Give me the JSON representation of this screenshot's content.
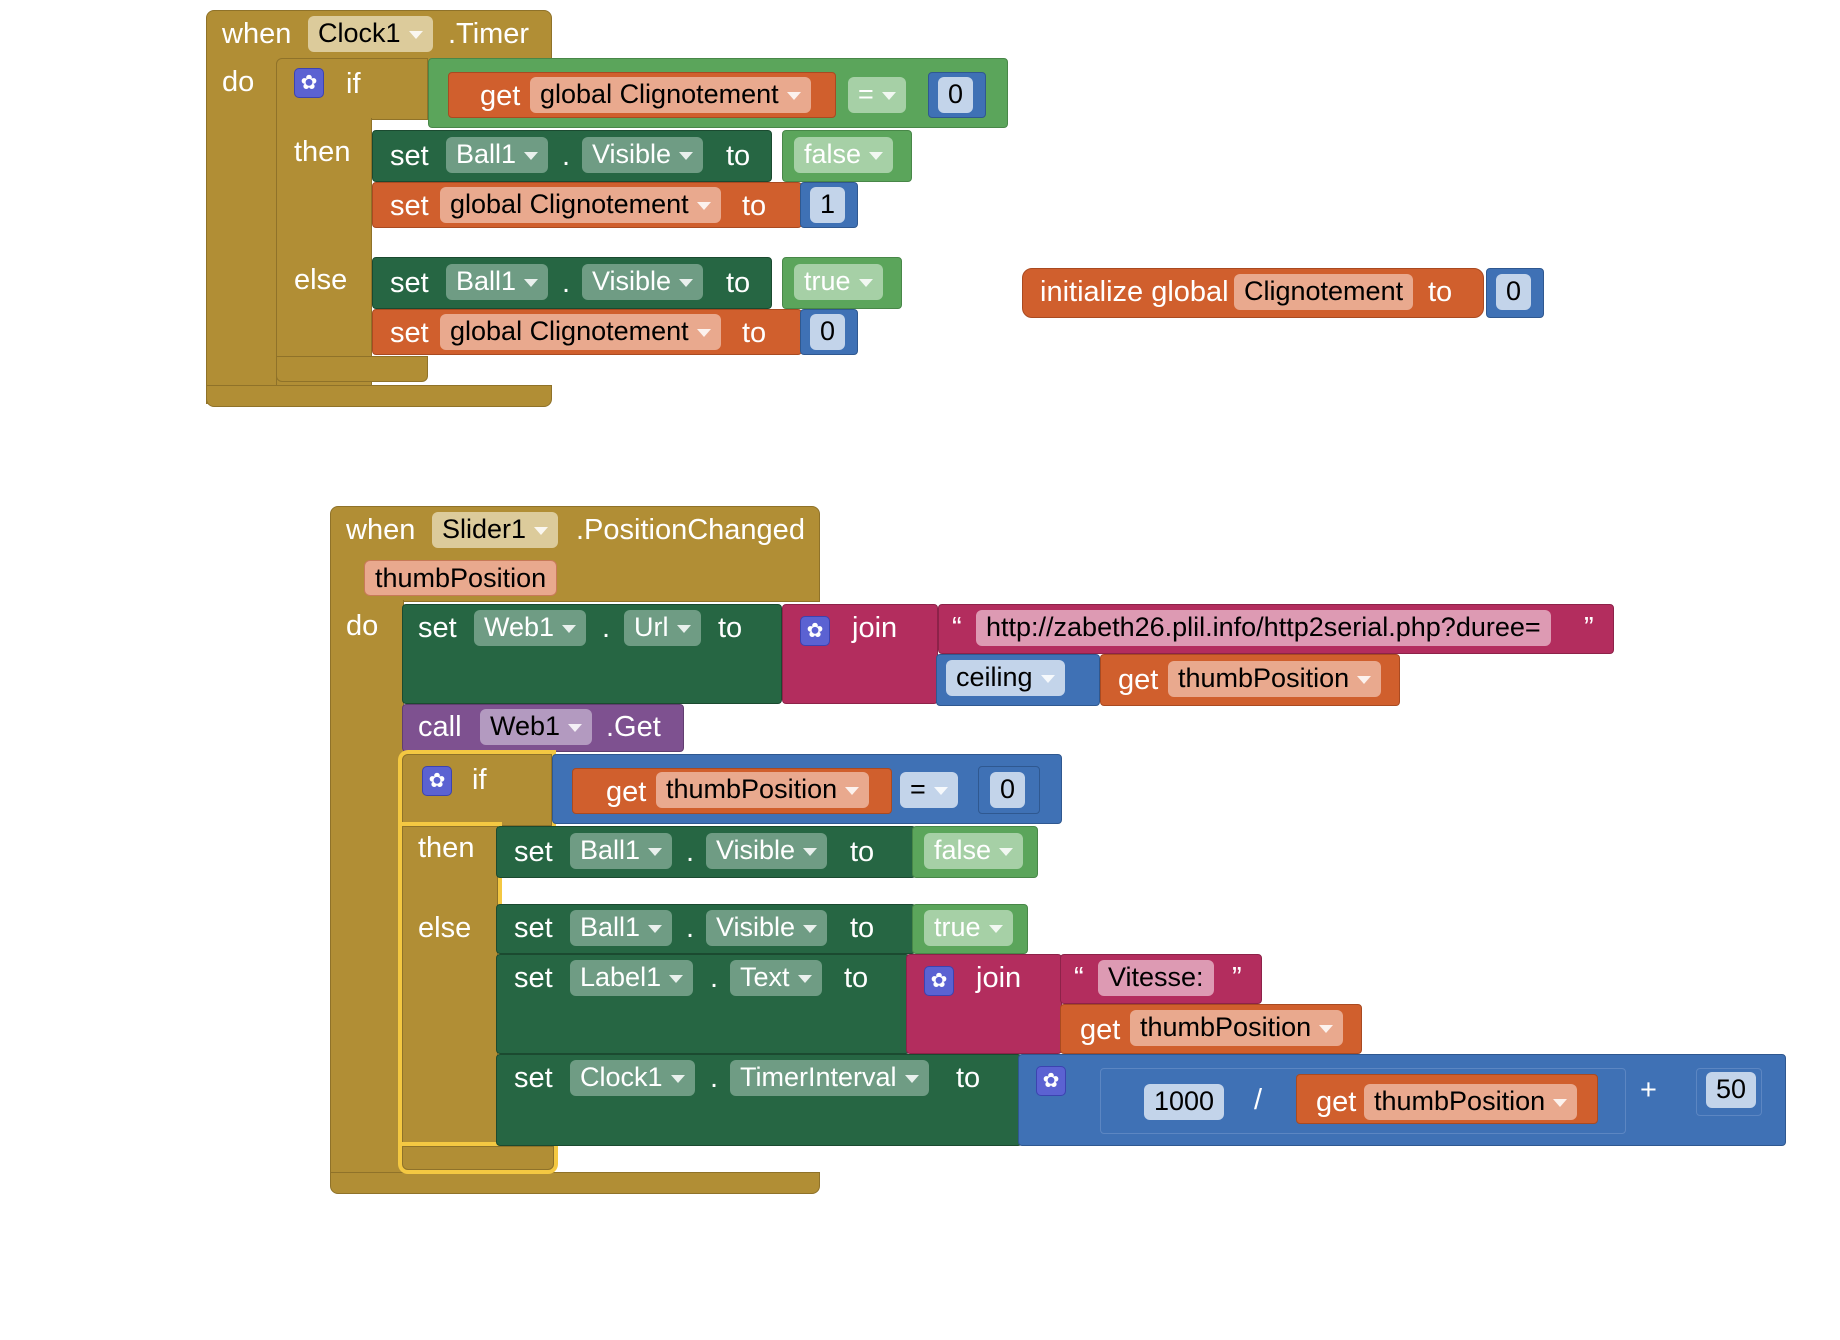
{
  "colors": {
    "event": "#b18e35",
    "compare": "#5ba55b",
    "set": "#266643",
    "variable": "#d05f2d",
    "math": "#3f71b5",
    "text": "#b32d5e",
    "procedure": "#7e5190"
  },
  "icons": {
    "mutator": "gear-icon",
    "dropdown": "chevron-down-icon"
  },
  "clock_block": {
    "when": "when",
    "component": "Clock1",
    "event": ".Timer",
    "do": "do",
    "if_kw": "if",
    "then_kw": "then",
    "else_kw": "else",
    "cond_get": "get",
    "cond_var": "global Clignotement",
    "cond_op": "=",
    "cond_value": "0",
    "then_1": {
      "set": "set",
      "comp": "Ball1",
      "dot": ".",
      "prop": "Visible",
      "to": "to",
      "value": "false"
    },
    "then_2": {
      "set": "set",
      "var": "global Clignotement",
      "to": "to",
      "value": "1"
    },
    "else_1": {
      "set": "set",
      "comp": "Ball1",
      "dot": ".",
      "prop": "Visible",
      "to": "to",
      "value": "true"
    },
    "else_2": {
      "set": "set",
      "var": "global Clignotement",
      "to": "to",
      "value": "0"
    }
  },
  "init_block": {
    "label": "initialize global",
    "name": "Clignotement",
    "to": "to",
    "value": "0"
  },
  "slider_block": {
    "when": "when",
    "component": "Slider1",
    "event": ".PositionChanged",
    "param": "thumbPosition",
    "do": "do",
    "set_url": {
      "set": "set",
      "comp": "Web1",
      "dot": ".",
      "prop": "Url",
      "to": "to",
      "join": "join",
      "open_q": "“",
      "url": "http://zabeth26.plil.info/http2serial.php?duree=",
      "close_q": "”",
      "ceiling": "ceiling",
      "get": "get",
      "var": "thumbPosition"
    },
    "call": {
      "call": "call",
      "comp": "Web1",
      "method": ".Get"
    },
    "if_kw": "if",
    "then_kw": "then",
    "else_kw": "else",
    "cond": {
      "get": "get",
      "var": "thumbPosition",
      "op": "=",
      "value": "0"
    },
    "then_1": {
      "set": "set",
      "comp": "Ball1",
      "dot": ".",
      "prop": "Visible",
      "to": "to",
      "value": "false"
    },
    "else_1": {
      "set": "set",
      "comp": "Ball1",
      "dot": ".",
      "prop": "Visible",
      "to": "to",
      "value": "true"
    },
    "else_2": {
      "set": "set",
      "comp": "Label1",
      "dot": ".",
      "prop": "Text",
      "to": "to",
      "join": "join",
      "open_q": "“",
      "text": "Vitesse: ",
      "close_q": "”",
      "get": "get",
      "var": "thumbPosition"
    },
    "else_3": {
      "set": "set",
      "comp": "Clock1",
      "dot": ".",
      "prop": "TimerInterval",
      "to": "to",
      "num": "1000",
      "div": "/",
      "get": "get",
      "var": "thumbPosition",
      "plus": "+",
      "add": "50"
    }
  }
}
